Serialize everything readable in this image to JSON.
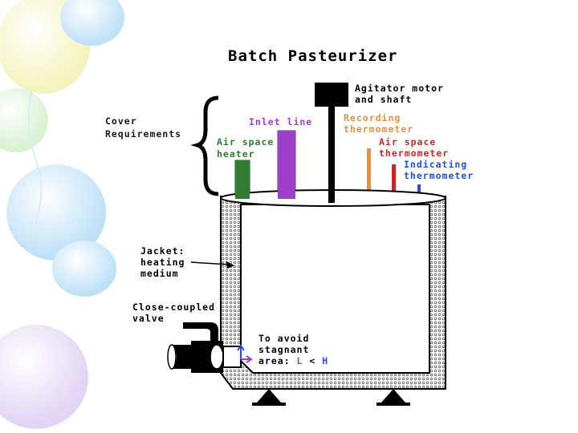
{
  "title": "Batch Pasteurizer",
  "labels": {
    "agitator_line1": "Agitator motor",
    "agitator_line2": "and shaft",
    "cover_line1": "Cover",
    "cover_line2": "Requirements",
    "inlet": "Inlet line",
    "heater_line1": "Air space",
    "heater_line2": "heater",
    "recording_line1": "Recording",
    "recording_line2": "thermometer",
    "airspace_line1": "Air space",
    "airspace_line2": "thermometer",
    "indicating_line1": "Indicating",
    "indicating_line2": "thermometer",
    "jacket_line1": "Jacket:",
    "jacket_line2": "heating",
    "jacket_line3": "medium",
    "valve_line1": "Close-coupled",
    "valve_line2": "valve",
    "stagnant_line1": "To avoid",
    "stagnant_line2": "stagnant",
    "stagnant_prefix": "area: ",
    "stagnant_l": "L",
    "stagnant_op": " < ",
    "stagnant_h": "H"
  },
  "colors": {
    "title": "#000000",
    "cover": "#1a1a1a",
    "inlet": "#9b3fc8",
    "heater": "#2e7d32",
    "recording": "#e8913a",
    "airspace": "#c62828",
    "indicating": "#1e4fd8",
    "jacket": "#000000",
    "l_letter": "#9b3fc8",
    "h_letter": "#1e4fd8"
  }
}
